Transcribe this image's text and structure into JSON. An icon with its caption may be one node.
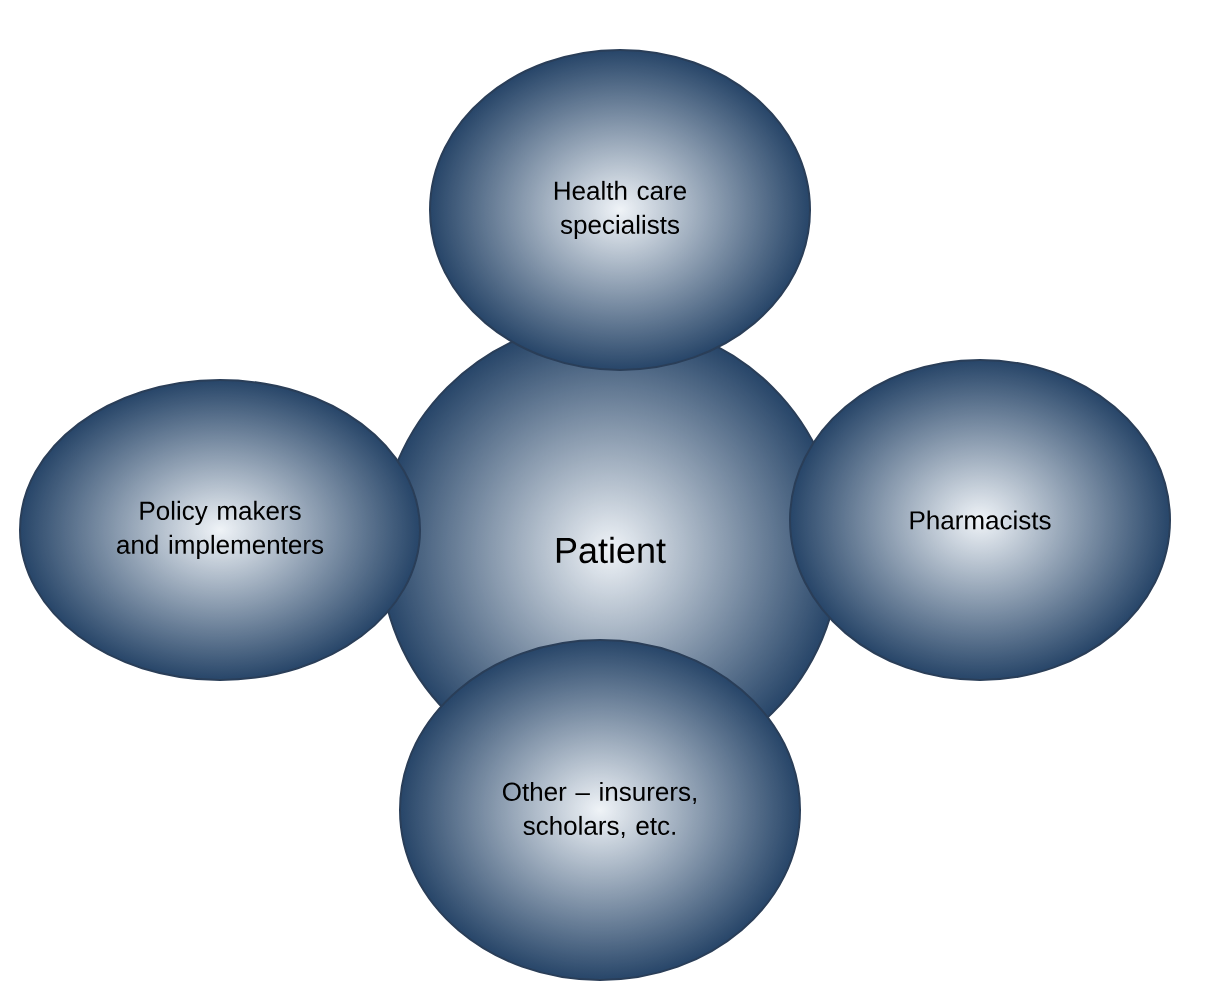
{
  "diagram": {
    "nodes": [
      {
        "text": [
          "Health care specialists"
        ]
      },
      {
        "text": [
          "Policy makers and implementers"
        ]
      },
      {
        "text": [
          "Patient"
        ]
      },
      {
        "text": [
          "Pharmacists"
        ]
      },
      {
        "text": [
          "Other – insurers, scholars, etc."
        ]
      }
    ]
  }
}
